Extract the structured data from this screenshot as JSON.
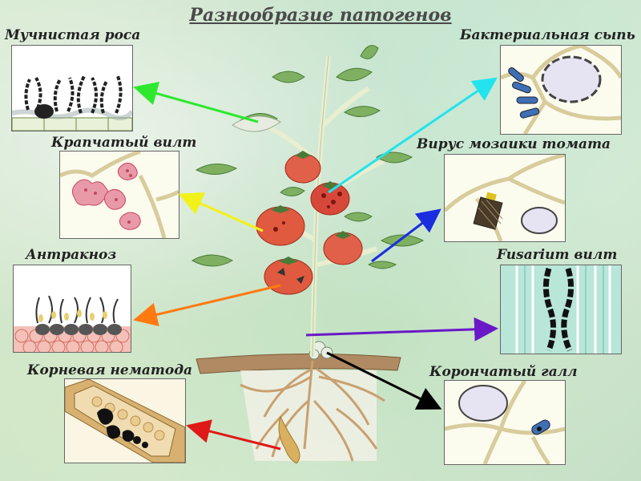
{
  "title": "Разнообразие патогенов",
  "pathogens": [
    {
      "label": "Мучнистая роса"
    },
    {
      "label": "Бактериальная сыпь"
    },
    {
      "label": "Крапчатый вилт"
    },
    {
      "label": "Вирус мозаики томата"
    },
    {
      "label": "Антракноз"
    },
    {
      "label": "Fusarium вилт"
    },
    {
      "label": "Корневая нематода"
    },
    {
      "label": "Корончатый галл"
    }
  ],
  "colors": {
    "arrow_powdery": "#2ee82e",
    "arrow_bacterial": "#22e3ee",
    "arrow_spotted": "#f2f21a",
    "arrow_mosaic": "#1a2ee0",
    "arrow_anthracnose": "#ff7a10",
    "arrow_fusarium": "#6a18c8",
    "arrow_nematode": "#e01818",
    "arrow_gall": "#000000"
  }
}
